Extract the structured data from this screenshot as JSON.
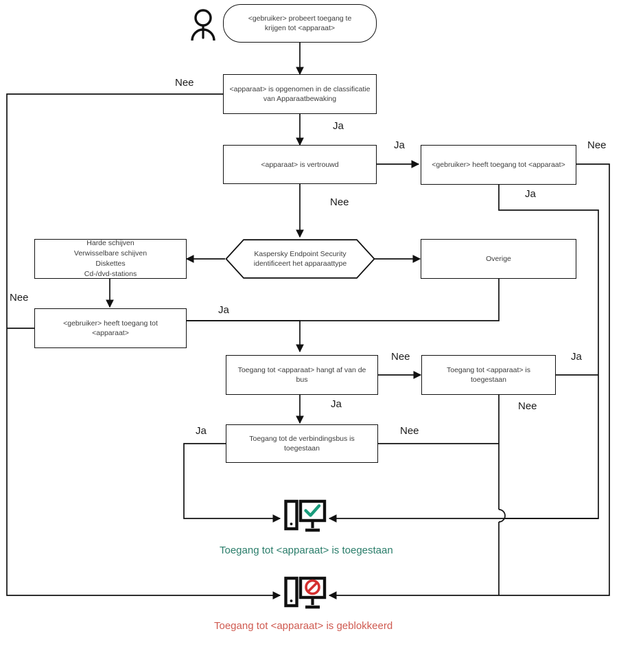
{
  "diagram": {
    "title": "Toegang tot apparaat beslissingsschema",
    "language": "nl",
    "colors": {
      "line": "#111111",
      "node_border": "#111111",
      "node_text": "#3c3c3c",
      "label_text": "#1b1b1b",
      "allowed_green": "#2a7d6a",
      "blocked_red": "#cf5a50",
      "background": "#ffffff"
    }
  },
  "nodes": {
    "actor": {
      "icon": "user-icon",
      "label": ""
    },
    "start": {
      "text": "<gebruiker> probeert toegang te\nkrijgen tot <apparaat>"
    },
    "classified": {
      "text": "<apparaat> is opgenomen in de classificatie\nvan Apparaatbewaking"
    },
    "trusted": {
      "text": "<apparaat> is vertrouwd"
    },
    "user_has_access_top": {
      "text": "<gebruiker> heeft toegang tot <apparaat>"
    },
    "identify": {
      "text": "Kaspersky Endpoint Security\nidentificeert het apparaattype"
    },
    "drives": {
      "text": "Harde schijven\nVerwisselbare schijven\nDiskettes\nCd-/dvd-stations"
    },
    "other": {
      "text": "Overige"
    },
    "user_has_access_left": {
      "text": "<gebruiker> heeft toegang tot\n<apparaat>"
    },
    "depends_on_bus": {
      "text": "Toegang tot <apparaat> hangt af van de\nbus"
    },
    "access_allowed_box": {
      "text": "Toegang tot <apparaat> is\ntoegestaan"
    },
    "bus_allowed": {
      "text": "Toegang tot de verbindingsbus is\ntoegestaan"
    },
    "terminal_allowed": {
      "icon": "monitor-check-icon",
      "caption": "Toegang tot <apparaat> is toegestaan"
    },
    "terminal_blocked": {
      "icon": "monitor-blocked-icon",
      "caption": "Toegang tot <apparaat> is geblokkeerd"
    }
  },
  "edge_labels": [
    {
      "id": "classified-no",
      "text": "Nee"
    },
    {
      "id": "classified-yes",
      "text": "Ja"
    },
    {
      "id": "trusted-yes",
      "text": "Ja"
    },
    {
      "id": "trusted-no",
      "text": "Nee"
    },
    {
      "id": "usertop-no",
      "text": "Nee"
    },
    {
      "id": "usertop-yes",
      "text": "Ja"
    },
    {
      "id": "userleft-no",
      "text": "Nee"
    },
    {
      "id": "userleft-yes",
      "text": "Ja"
    },
    {
      "id": "bus-no",
      "text": "Nee"
    },
    {
      "id": "bus-yes",
      "text": "Ja"
    },
    {
      "id": "allowedbox-yes",
      "text": "Ja"
    },
    {
      "id": "allowedbox-no",
      "text": "Nee"
    },
    {
      "id": "busallowed-yes",
      "text": "Ja"
    },
    {
      "id": "busallowed-no",
      "text": "Nee"
    }
  ]
}
